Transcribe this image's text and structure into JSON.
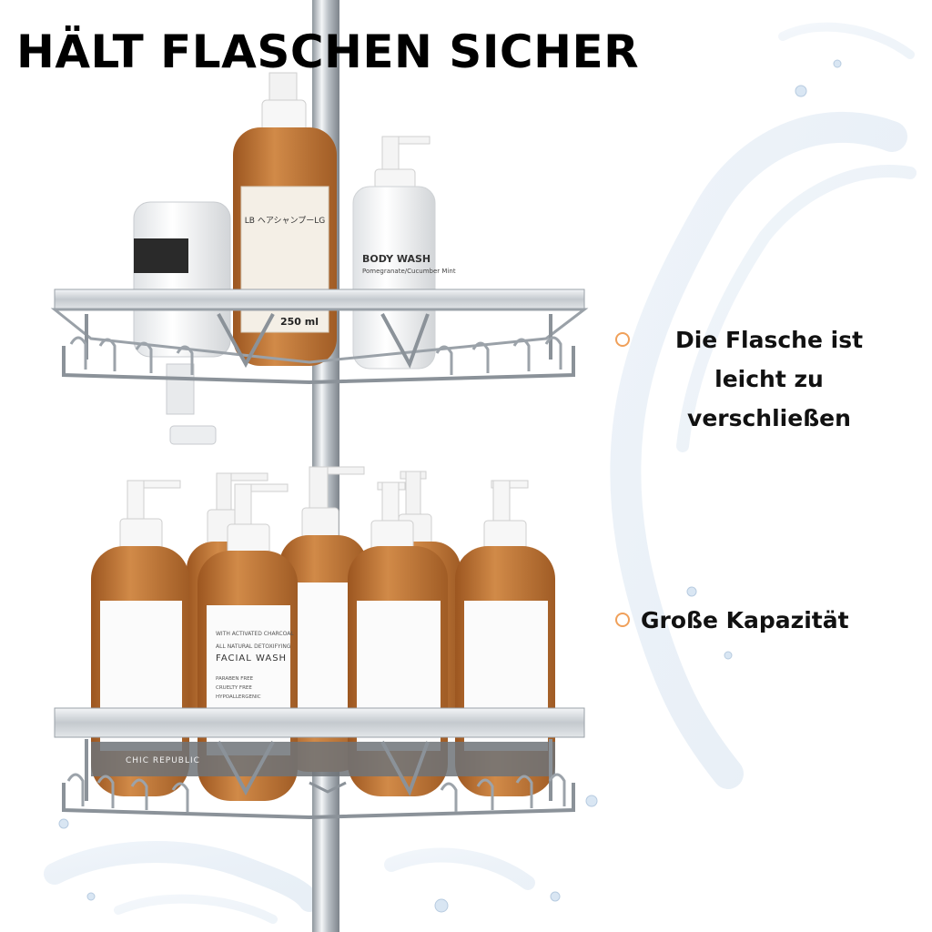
{
  "headline": "HÄLT FLASCHEN SICHER",
  "features": [
    {
      "text": "Die Flasche ist leicht zu verschließen"
    },
    {
      "text": "Große Kapazität"
    }
  ],
  "product": {
    "top_shelf_bottles": [
      {
        "label_lines": [
          "LB ヘアシャンプーLG",
          "250 ml"
        ]
      },
      {
        "label_lines": [
          "BODY WASH",
          "Pomegranate/Cucumber Mint"
        ]
      }
    ],
    "bottom_shelf_label": {
      "line1": "WITH ACTIVATED CHARCOAL",
      "line2": "ALL NATURAL DETOXIFYING",
      "line3": "FACIAL WASH",
      "line4": "PARABEN FREE",
      "line5": "CRUELTY FREE",
      "line6": "HYPOALLERGENIC",
      "brand": "CHIC REPUBLIC"
    }
  },
  "colors": {
    "amber": "#b86f2e",
    "bullet": "#f0a05a",
    "steel": "#c8cdd2"
  }
}
